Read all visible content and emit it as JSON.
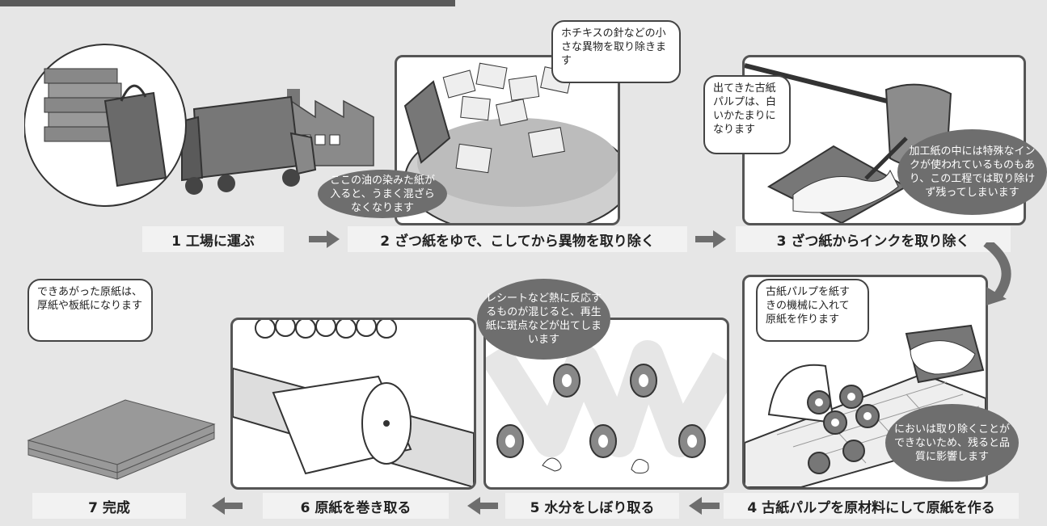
{
  "steps": {
    "s1": "1 工場に運ぶ",
    "s2": "2 ざつ紙をゆで、こしてから異物を取り除く",
    "s3": "3 ざつ紙からインクを取り除く",
    "s4": "4 古紙パルプを原材料にして原紙を作る",
    "s5": "5 水分をしぼり取る",
    "s6": "6 原紙を巻き取る",
    "s7": "7 完成"
  },
  "notes": {
    "staples": "ホチキスの針などの小さな異物を取り除きます",
    "oil": "ここの油の染みた紙が入ると、うまく混ざらなくなります",
    "pulp_white": "出てきた古紙パルプは、白いかたまりになります",
    "special_ink": "加工紙の中には特殊なインクが使われているものもあり、この工程では取り除けず残ってしまいます",
    "paper_machine": "古紙パルプを紙すきの機械に入れて原紙を作ります",
    "smell": "においは取り除くことができないため、残ると品質に影響します",
    "receipt": "レシートなど熱に反応するものが混じると、再生紙に斑点などが出てしまいます",
    "done": "できあがった原紙は、厚紙や板紙になります"
  },
  "colors": {
    "background": "#e6e6e6",
    "arrow": "#6e6e6e",
    "note_oval": "#6e6e6e"
  }
}
